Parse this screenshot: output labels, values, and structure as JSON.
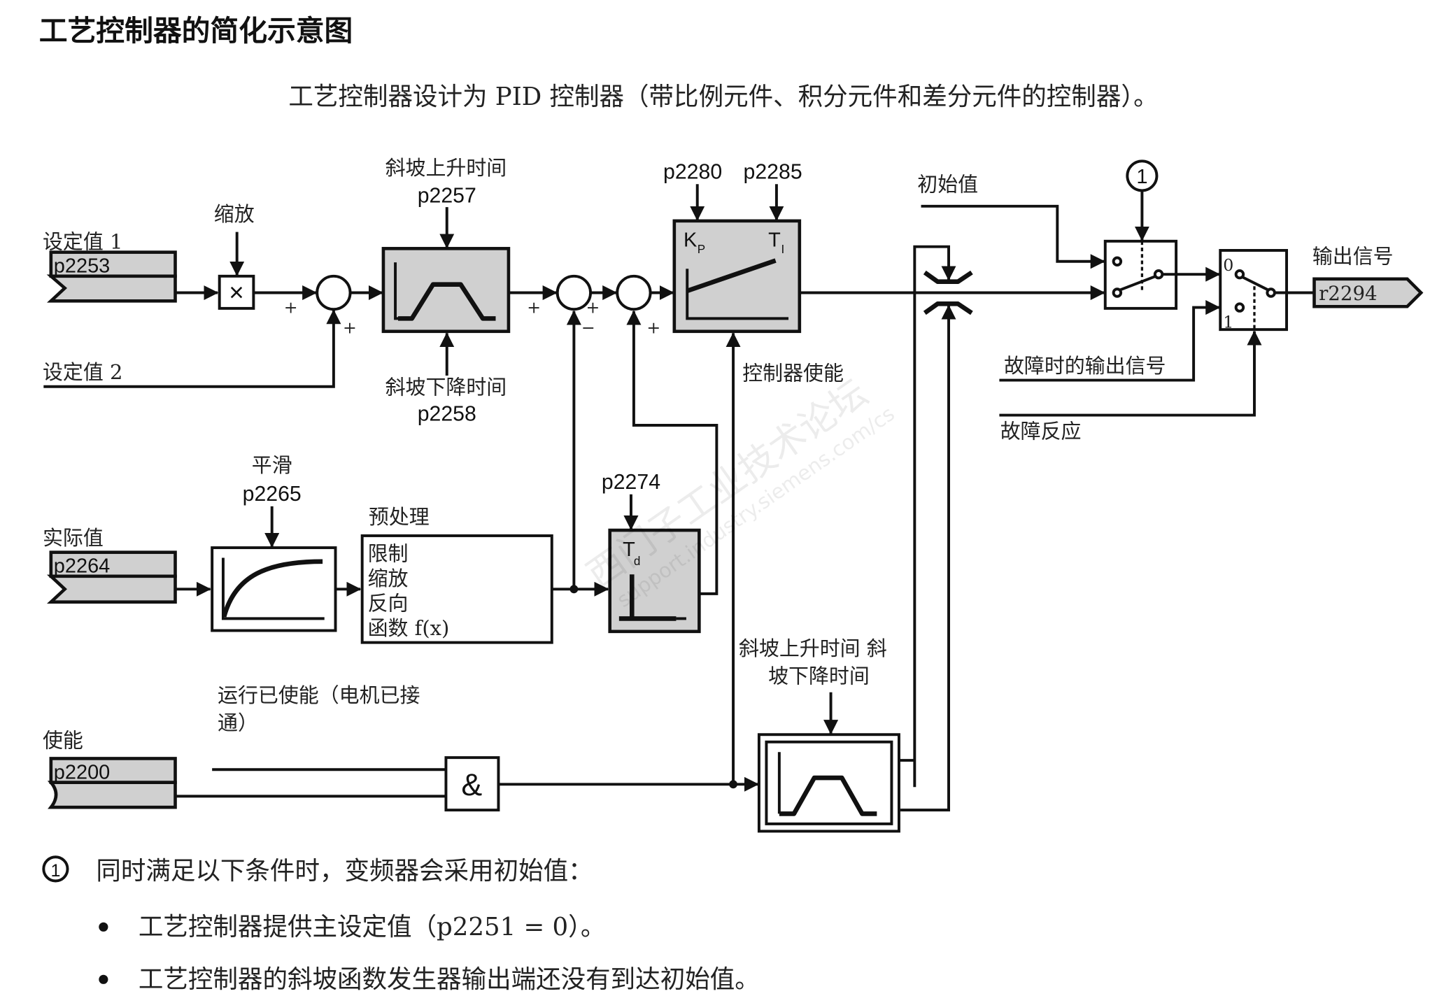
{
  "title": "工艺控制器的简化示意图",
  "subtitle": "工艺控制器设计为 PID 控制器（带比例元件、积分元件和差分元件的控制器）。",
  "inputs": {
    "setpoint1": {
      "label": "设定值 1",
      "param": "p2253"
    },
    "setpoint2": {
      "label": "设定值 2"
    },
    "actual": {
      "label": "实际值",
      "param": "p2264"
    },
    "enable": {
      "label": "使能",
      "param": "p2200"
    }
  },
  "blocks": {
    "scaling": {
      "label": "缩放",
      "symbol": "×"
    },
    "ramp": {
      "up_label": "斜坡上升时间",
      "up_param": "p2257",
      "down_label": "斜坡下降时间",
      "down_param": "p2258"
    },
    "pi": {
      "kp_param": "p2280",
      "ti_param": "p2285",
      "kp_symbol": "K",
      "kp_sub": "P",
      "ti_symbol": "T",
      "ti_sub": "I",
      "enable_label": "控制器使能"
    },
    "smoothing": {
      "label": "平滑",
      "param": "p2265"
    },
    "preprocess": {
      "label": "预处理",
      "items": [
        "限制",
        "缩放",
        "反向",
        "函数  f(x)"
      ]
    },
    "derivative": {
      "param": "p2274",
      "symbol": "T",
      "sub": "d"
    },
    "and_gate": {
      "symbol": "&",
      "label_line1": "运行已使能（电机已接",
      "label_line2": "通）"
    },
    "ramp2": {
      "label_line1": "斜坡上升时间  斜",
      "label_line2": "坡下降时间"
    },
    "initial_value": {
      "label": "初始值",
      "marker": "1"
    },
    "switch2": {
      "pos0": "0",
      "pos1": "1"
    },
    "fault_output": {
      "label": "故障时的输出信号"
    },
    "fault_reaction": {
      "label": "故障反应"
    },
    "output": {
      "label": "输出信号",
      "param": "r2294"
    }
  },
  "signs": {
    "plus": "+",
    "minus": "−"
  },
  "notes": {
    "marker": "1",
    "intro": "同时满足以下条件时，变频器会采用初始值：",
    "bullets": [
      "工艺控制器提供主设定值（p2251 = 0）。",
      "工艺控制器的斜坡函数发生器输出端还没有到达初始值。"
    ]
  },
  "watermark": {
    "line1": "西门子工业技术论坛",
    "line2": "support.industry.siemens.com/cs"
  }
}
